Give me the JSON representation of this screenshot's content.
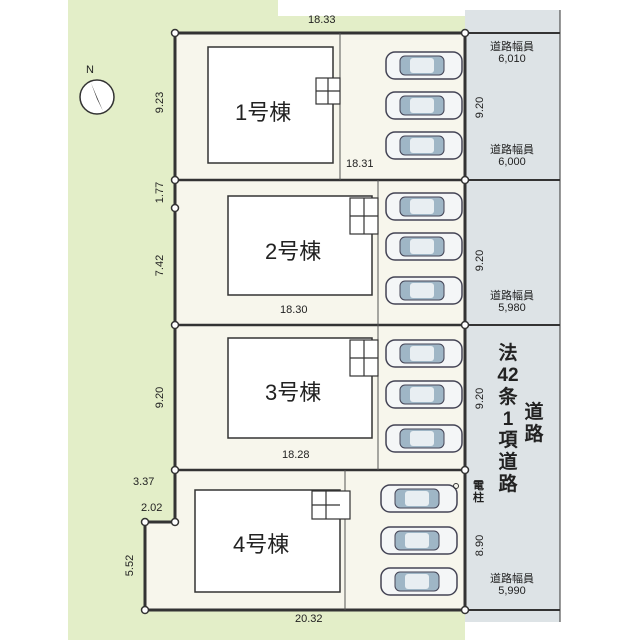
{
  "buildings": [
    "1号棟",
    "2号棟",
    "3号棟",
    "4号棟"
  ],
  "dimensions": {
    "top": "18.33",
    "lot1_bottom": "18.31",
    "lot2_bottom": "18.30",
    "lot3_bottom": "18.28",
    "bottom": "20.32",
    "left_lot1": "9.23",
    "left_gap": "1.77",
    "left_lot2": "7.42",
    "left_lot3": "9.20",
    "notch_top": "3.37",
    "notch_width": "2.02",
    "notch_left": "5.52",
    "right_1": "9.20",
    "right_2": "9.20",
    "right_3": "9.20",
    "right_4": "8.90"
  },
  "road": {
    "label": "道路幅員",
    "widths": [
      "6,010",
      "6,000",
      "5,980",
      "5,990"
    ],
    "law_left": "法42条1項道路",
    "law_right": "道路",
    "pole": "電柱"
  },
  "compass": "N",
  "colors": {
    "land": "#e3eec8",
    "lot": "#f7f6ec",
    "road": "#dde3e6",
    "car": "#9fb6c6"
  }
}
